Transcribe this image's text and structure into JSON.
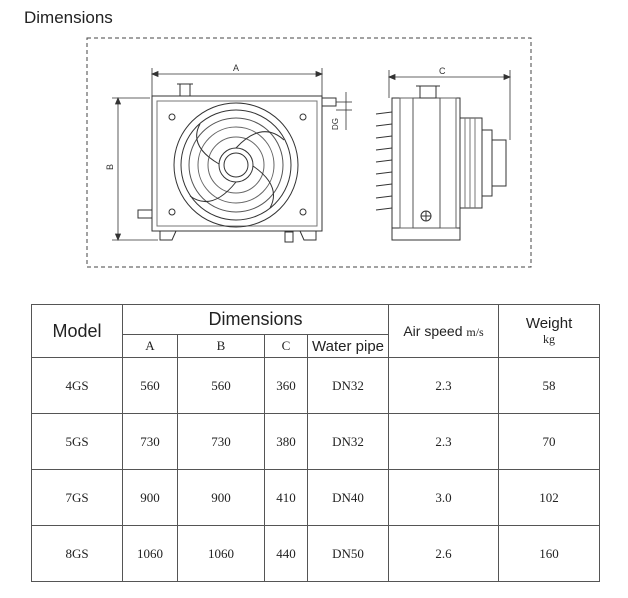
{
  "heading": "Dimensions",
  "drawing": {
    "label_a": "A",
    "label_b": "B",
    "label_c": "C",
    "label_dg": "DG"
  },
  "table": {
    "model_header": "Model",
    "dimensions_header": "Dimensions",
    "col_a": "A",
    "col_b": "B",
    "col_c": "C",
    "col_pipe": "Water pipe",
    "air_speed_label": "Air speed",
    "air_speed_unit": "m/s",
    "weight_label": "Weight",
    "weight_unit": "kg",
    "rows": [
      {
        "model": "4GS",
        "a": "560",
        "b": "560",
        "c": "360",
        "pipe": "DN32",
        "air": "2.3",
        "weight": "58"
      },
      {
        "model": "5GS",
        "a": "730",
        "b": "730",
        "c": "380",
        "pipe": "DN32",
        "air": "2.3",
        "weight": "70"
      },
      {
        "model": "7GS",
        "a": "900",
        "b": "900",
        "c": "410",
        "pipe": "DN40",
        "air": "3.0",
        "weight": "102"
      },
      {
        "model": "8GS",
        "a": "1060",
        "b": "1060",
        "c": "440",
        "pipe": "DN50",
        "air": "2.6",
        "weight": "160"
      }
    ]
  }
}
